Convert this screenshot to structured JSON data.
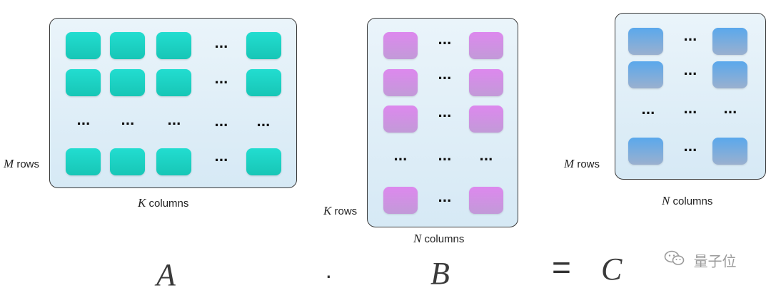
{
  "matrices": {
    "a": {
      "symbol": "A",
      "color": "#19CFC0",
      "row_label": {
        "var": "M",
        "text": "rows"
      },
      "col_label": {
        "var": "K",
        "text": "columns"
      }
    },
    "b": {
      "symbol": "B",
      "color": "#D98FEC",
      "row_label": {
        "var": "K",
        "text": "rows"
      },
      "col_label": {
        "var": "N",
        "text": "columns"
      }
    },
    "c": {
      "symbol": "C",
      "color": "#6BA6E6",
      "row_label": {
        "var": "M",
        "text": "rows"
      },
      "col_label": {
        "var": "N",
        "text": "columns"
      }
    }
  },
  "operators": {
    "multiply": "·",
    "equals": "="
  },
  "ellipsis": "···",
  "watermark": {
    "icon": "wechat-icon",
    "text": "量子位"
  }
}
